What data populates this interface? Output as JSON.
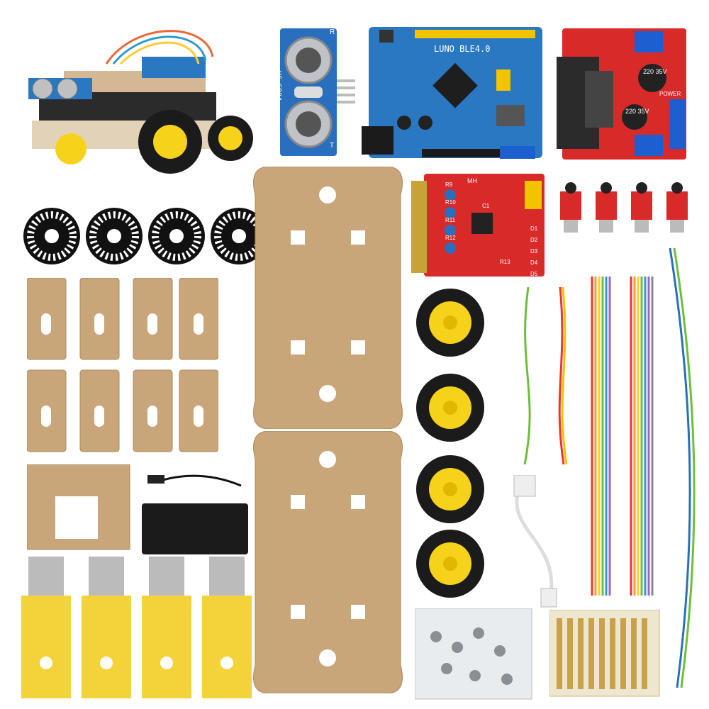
{
  "labels": {
    "board_name": "LUNO BLE4.0",
    "ultrasonic_model": "HC-SR04",
    "ultrasonic_pin_r": "R",
    "ultrasonic_pin_t": "T",
    "cap_left": "220 35V",
    "cap_right": "220 35V",
    "power_label": "POWER",
    "tracking_mark": "MH",
    "tracking_r9": "R9",
    "tracking_r10": "R10",
    "tracking_r11": "R11",
    "tracking_r12": "R12",
    "tracking_c1": "C1",
    "tracking_r13": "R13",
    "tracking_d1": "D1",
    "tracking_d2": "D2",
    "tracking_d3": "D3",
    "tracking_d4": "D4",
    "tracking_d5": "D5"
  },
  "colors": {
    "acrylic": "#c9a57a",
    "board_blue": "#2a78c2",
    "driver_red": "#d92a2a",
    "wheel_yellow": "#f6d21b",
    "motor_yellow": "#f4d23a",
    "tire_black": "#1b1b1b",
    "header_yellow": "#f2c400"
  }
}
